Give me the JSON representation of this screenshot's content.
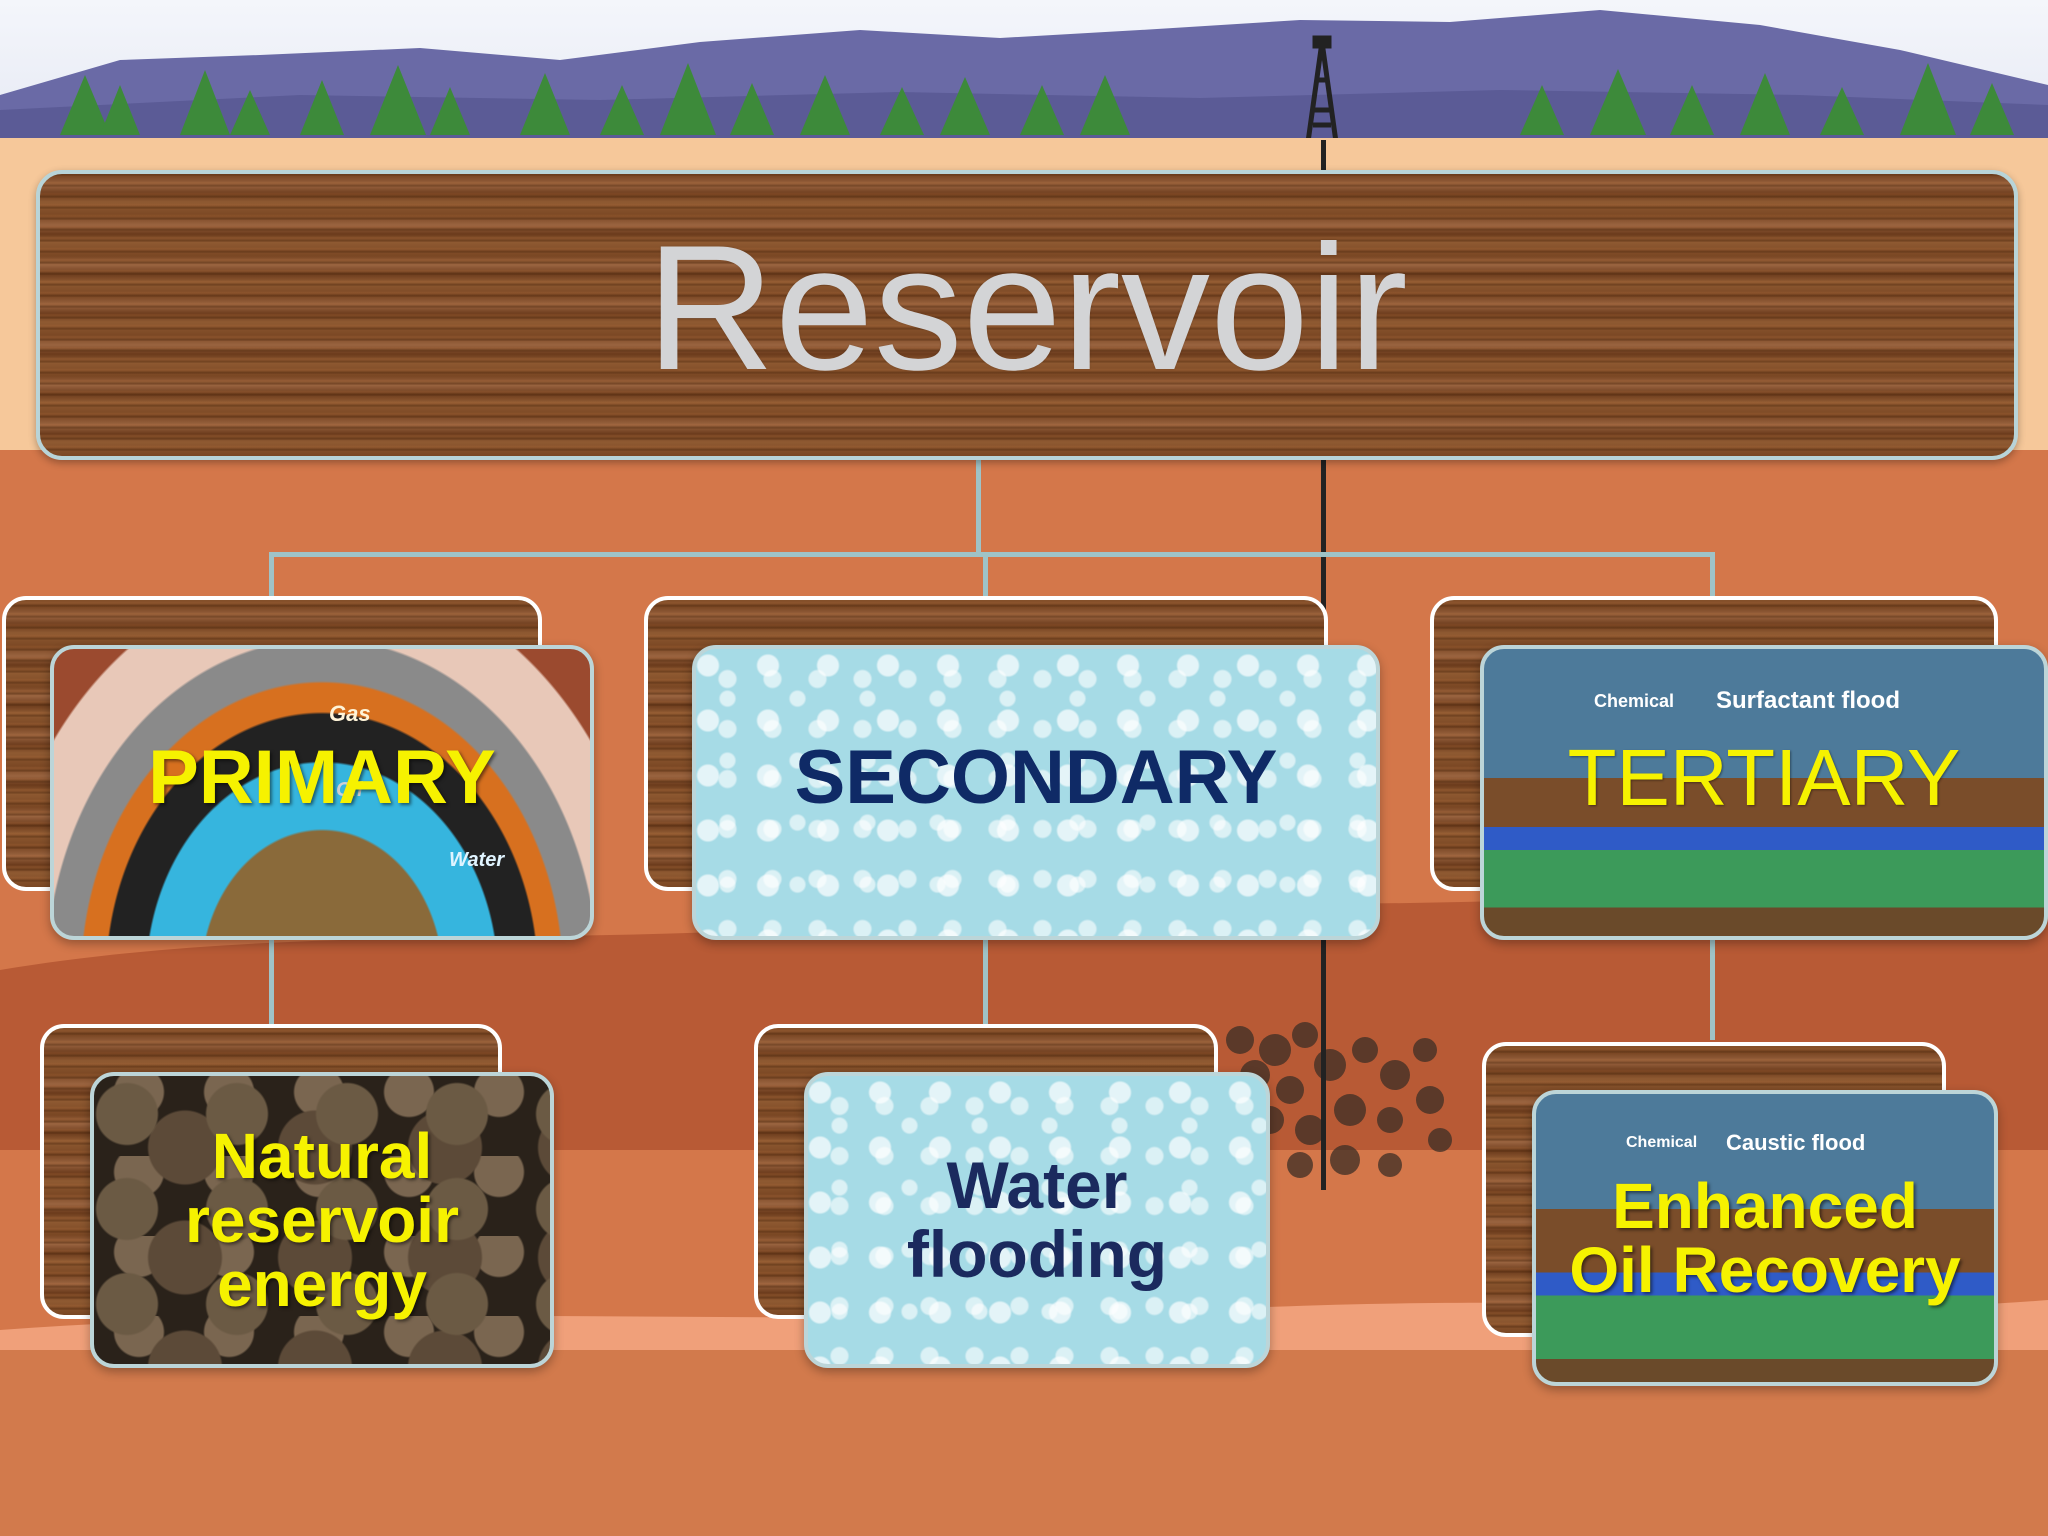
{
  "diagram": {
    "root": {
      "label": "Reservoir"
    },
    "methods": [
      {
        "label": "PRIMARY",
        "child": "Natural reservoir energy"
      },
      {
        "label": "SECONDARY",
        "child": "Water flooding"
      },
      {
        "label": "TERTIARY",
        "child": "Enhanced Oil Recovery"
      }
    ],
    "image_labels": {
      "primary_gas": "Gas",
      "primary_oil": "Oil",
      "primary_water": "Water",
      "tertiary_chemical": "Chemical",
      "tertiary_surfactant": "Surfactant flood",
      "eor_chemical": "Chemical",
      "eor_caustic": "Caustic flood"
    },
    "colors": {
      "primary_text": "#f6f200",
      "secondary_text": "#0f2a66",
      "tertiary_text": "#f6f200",
      "connector": "#9fc3c7"
    }
  }
}
